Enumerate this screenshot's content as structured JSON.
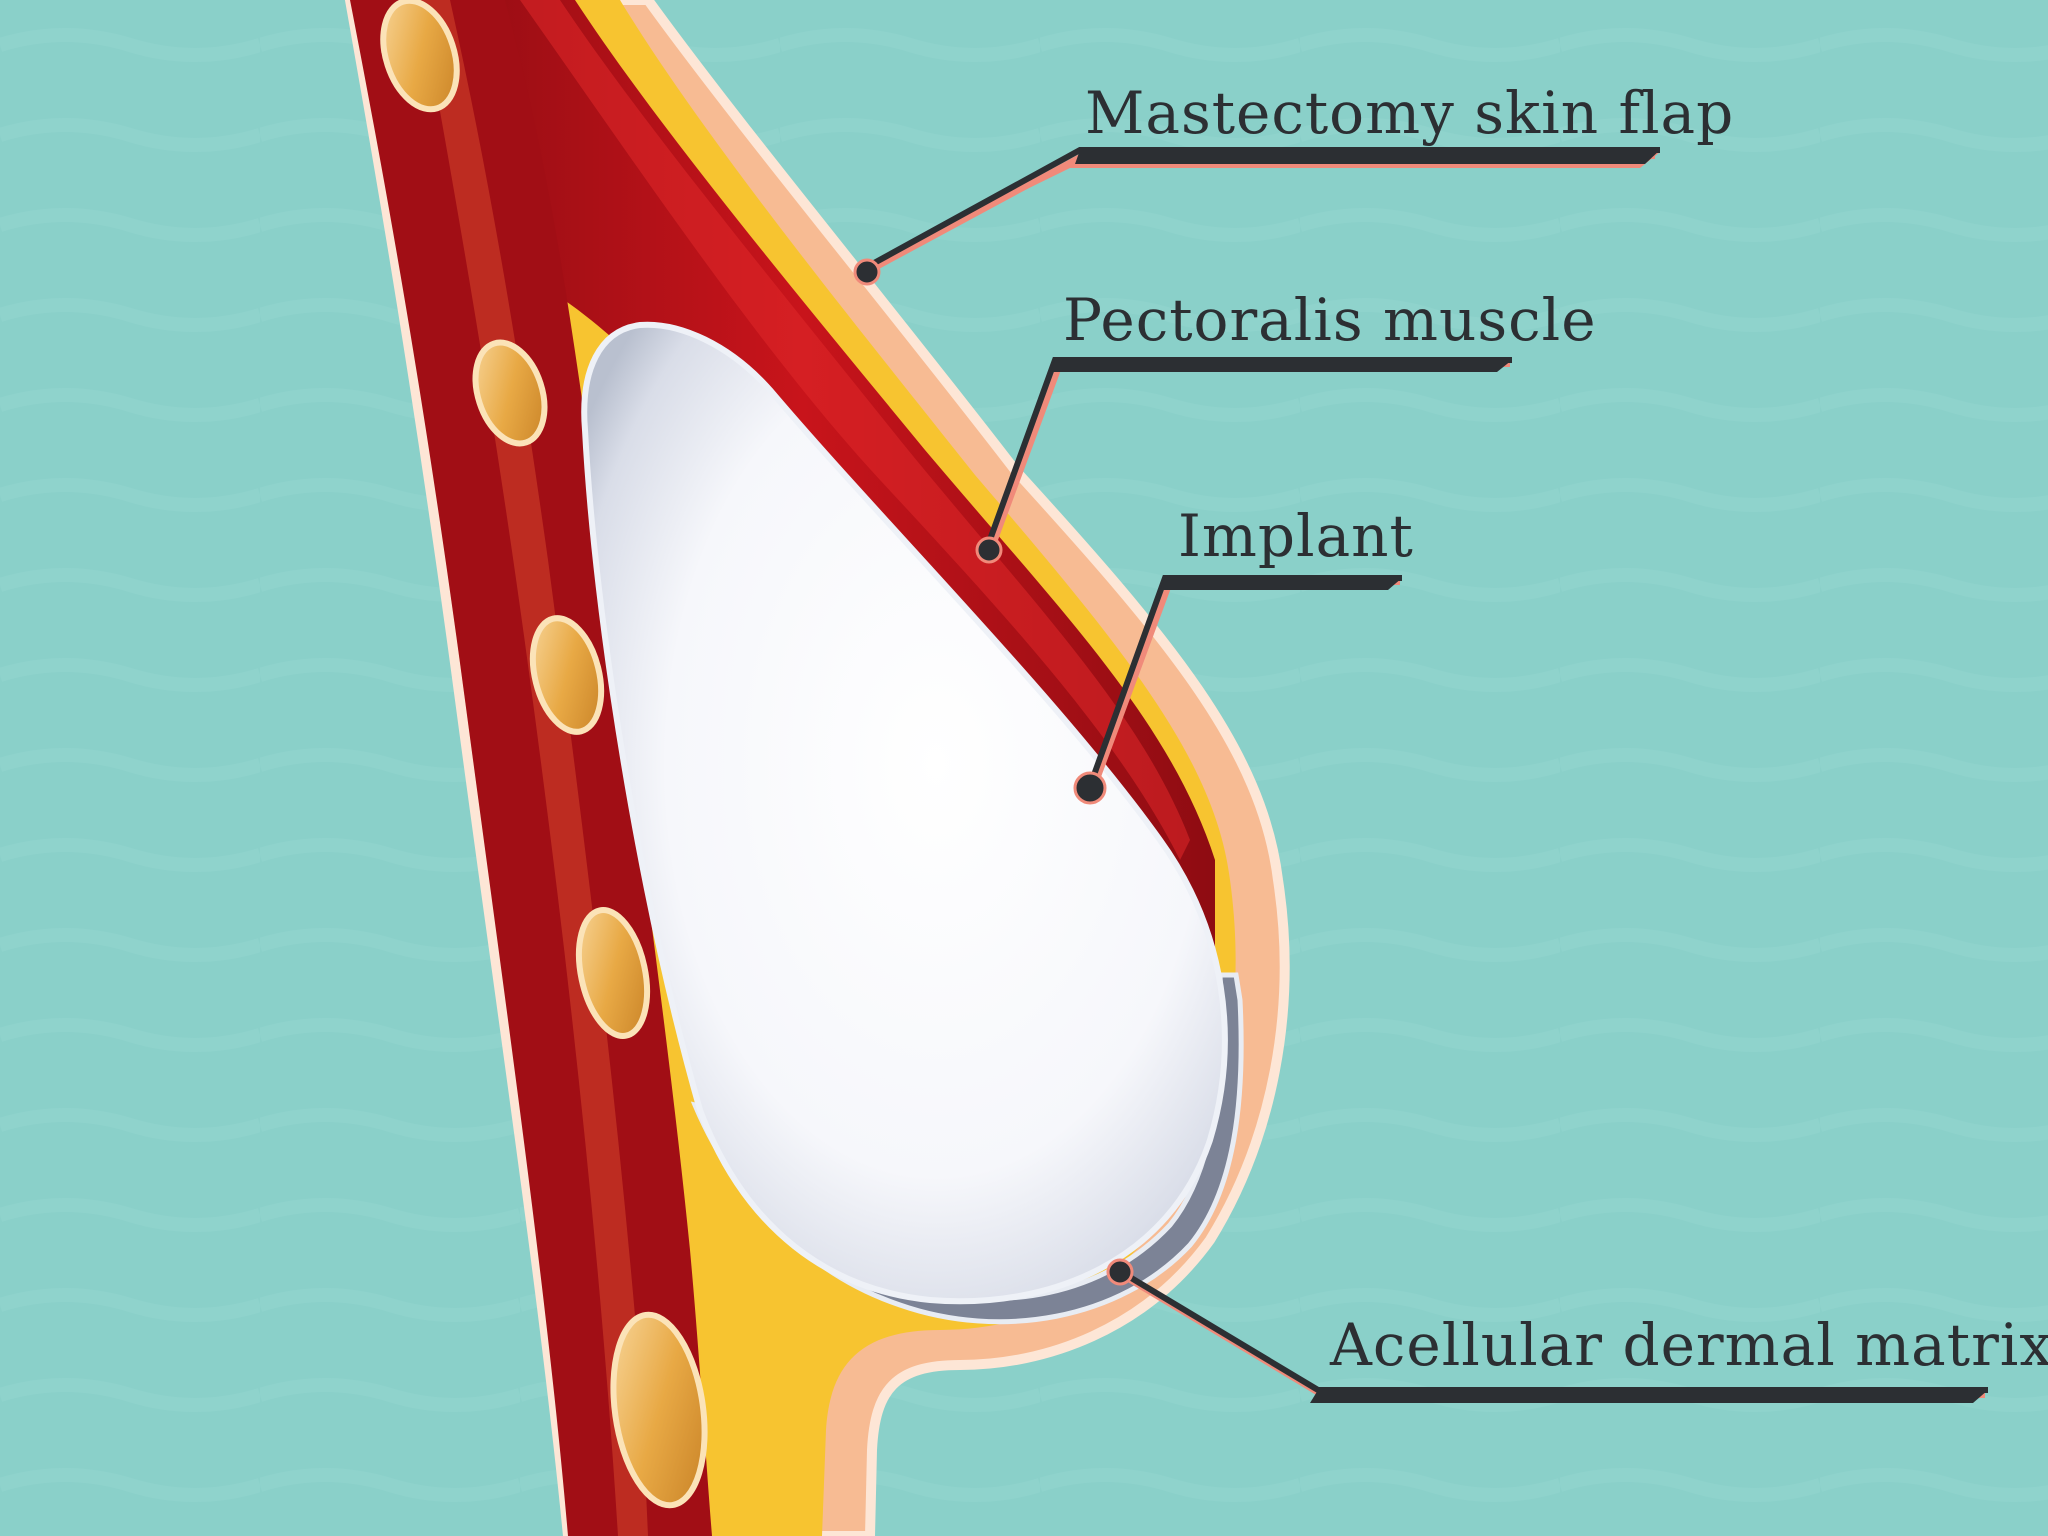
{
  "labels": {
    "mastectomy_skin_flap": "Mastectomy skin flap",
    "pectoralis_muscle": "Pectoralis muscle",
    "implant": "Implant",
    "acellular_dermal_matrix": "Acellular dermal matrix"
  },
  "colors": {
    "background": "#8ad0c9",
    "skin": "#f7bb93",
    "skin_edge": "#fde6d6",
    "fat": "#f7c430",
    "muscle": "#b5101a",
    "muscle_light": "#e0282a",
    "rib": "#e7a73f",
    "implant": "#f4f6fb",
    "implant_shadow": "#b9c0cf",
    "matrix": "#7c8396",
    "leader_line": "#2c2f33",
    "leader_shadow": "#f08a7a"
  }
}
